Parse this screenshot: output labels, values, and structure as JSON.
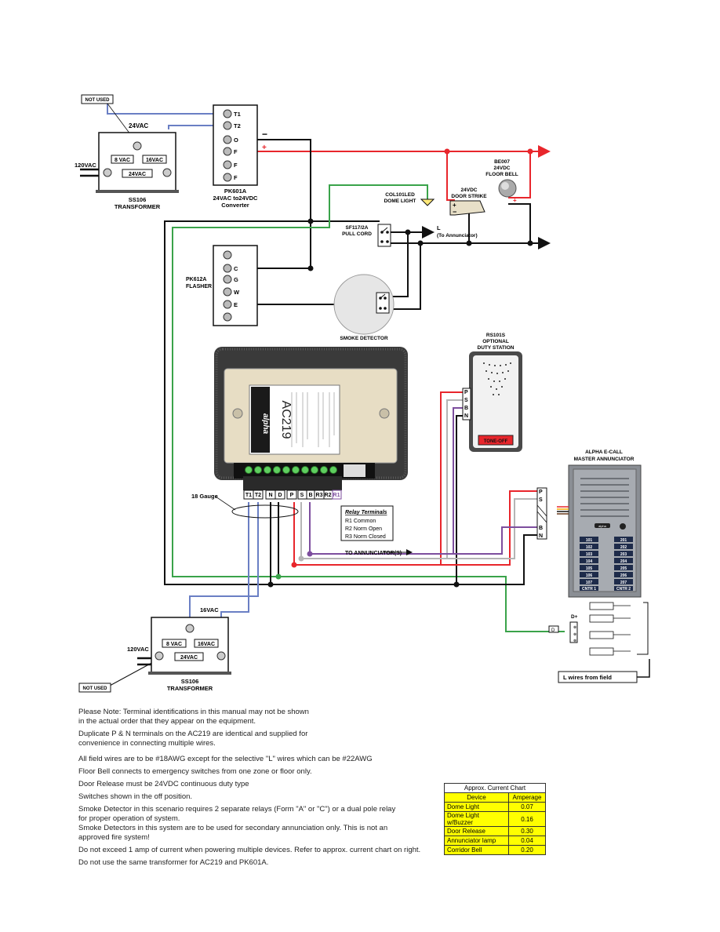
{
  "colors": {
    "red": "#e8262c",
    "blue": "#6a7fc4",
    "green": "#3aa34a",
    "gray": "#b5b5b5",
    "purple": "#7d4e9e",
    "black": "#111111",
    "yellow": "#ffff00"
  },
  "transformer_top": {
    "not_used": "NOT USED",
    "secondary": "24VAC",
    "primary": "120VAC",
    "tap1": "8 VAC",
    "tap2": "16VAC",
    "tap3": "24VAC",
    "name": "SS106",
    "subtitle": "TRANSFORMER"
  },
  "converter": {
    "terminals": [
      "T1",
      "T2",
      "O",
      "F",
      "F",
      "F"
    ],
    "minus": "−",
    "plus": "+",
    "name": "PK601A",
    "line2": "24VAC to24VDC",
    "line3": "Converter"
  },
  "flasher": {
    "terminals": [
      "",
      "C",
      "G",
      "W",
      "E",
      ""
    ],
    "name": "PK612A",
    "line2": "FLASHER"
  },
  "dome_light": {
    "line1": "COL101LED",
    "line2": "DOME LIGHT"
  },
  "door_strike": {
    "line1": "24VDC",
    "line2": "DOOR STRIKE",
    "plus": "+",
    "minus": "−"
  },
  "floor_bell": {
    "line1": "BE007",
    "line2": "24VDC",
    "line3": "FLOOR BELL",
    "plus": "+"
  },
  "pull_cord": {
    "line1": "SF117/2A",
    "line2": "PULL CORD",
    "l_label": "L",
    "l_note": "(To Annunciator)"
  },
  "smoke_detector": {
    "label": "SMOKE DETECTOR"
  },
  "duty_station": {
    "line1": "RS101S",
    "line2": "OPTIONAL",
    "line3": "DUTY STATION",
    "terminals": [
      "P",
      "S",
      "B",
      "N"
    ],
    "button": "TONE-OFF"
  },
  "ac219": {
    "logo": "alpha",
    "model": "AC219",
    "terminal_labels": [
      "T1",
      "T2",
      "N",
      "D",
      "P",
      "S",
      "B",
      "R3",
      "R2",
      "R1"
    ],
    "gauge": "18 Gauge"
  },
  "relay_box": {
    "title": "Relay Terminals",
    "lines": [
      "R1 Common",
      "R2 Norm Open",
      "R3 Norm Closed"
    ]
  },
  "to_annunciators": "TO ANNUNCIATOR(S)",
  "master": {
    "line1": "ALPHA E-CALL",
    "line2": "MASTER ANNUNCIATOR",
    "brand": "alpha",
    "terminals": [
      "P",
      "S",
      "",
      "",
      "",
      "B",
      "N"
    ],
    "buttons_left": [
      "101",
      "102",
      "103",
      "104",
      "105",
      "106",
      "107"
    ],
    "buttons_right": [
      "201",
      "202",
      "203",
      "204",
      "205",
      "206",
      "207"
    ],
    "last_left": "CNTR 1",
    "last_right": "CNTR 2"
  },
  "dplus": {
    "label": "D+",
    "small": "D"
  },
  "field_label": "L wires from field",
  "transformer_bottom": {
    "not_used": "NOT USED",
    "secondary": "16VAC",
    "primary": "120VAC",
    "tap1": "8 VAC",
    "tap2": "16VAC",
    "tap3": "24VAC",
    "name": "SS106",
    "subtitle": "TRANSFORMER"
  },
  "notes": [
    "Please Note: Terminal identifications in this manual may not be shown\n                      in the actual order that they appear on the equipment.",
    "Duplicate P & N terminals on the AC219 are identical and supplied for\nconvenience in connecting multiple wires.",
    "All field wires are to be #18AWG except for the selective \"L\" wires which can be #22AWG",
    "Floor Bell connects to emergency switches from one zone or floor only.",
    "Door Release must be 24VDC continuous duty type",
    "Switches shown in the off position.",
    "Smoke Detector in this scenario requires 2 separate relays (Form \"A\" or \"C\") or a dual pole relay\n for proper operation of system.\nSmoke Detectors in this system are to be used for secondary annunciation only. This is not an\napproved fire system!",
    "Do not exceed 1 amp of current when powering multiple devices. Refer to approx. current chart on right.",
    "Do not use the same transformer for AC219 and PK601A."
  ],
  "current_chart": {
    "title": "Approx. Current Chart",
    "headers": [
      "Device",
      "Amperage"
    ],
    "rows": [
      {
        "device": "Dome Light",
        "amperage": "0.07"
      },
      {
        "device": "Dome Light w/Buzzer",
        "amperage": "0.16"
      },
      {
        "device": "Door Release",
        "amperage": "0.30"
      },
      {
        "device": "Annunciator lamp",
        "amperage": "0.04"
      },
      {
        "device": "Corridor Bell",
        "amperage": "0.20"
      }
    ]
  }
}
